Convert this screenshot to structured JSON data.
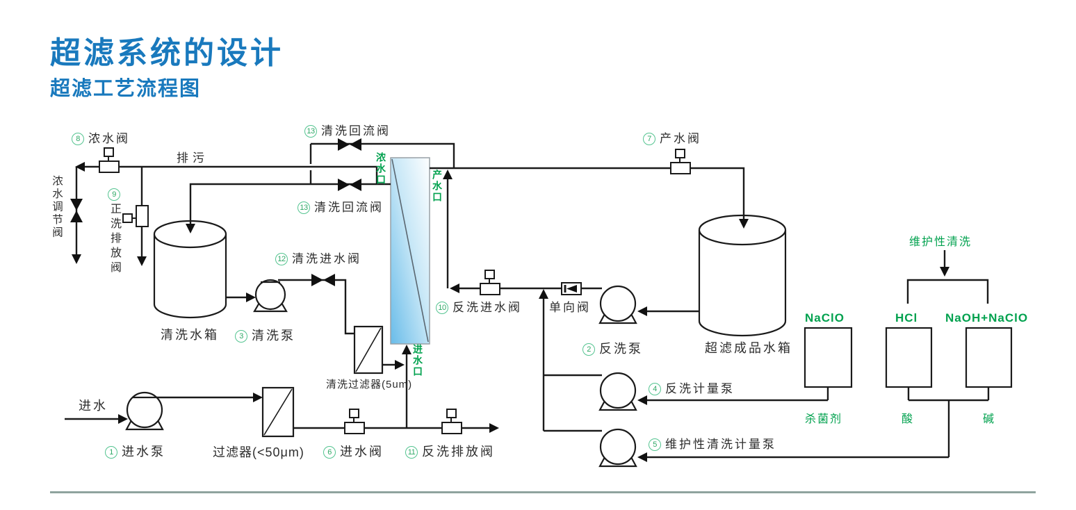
{
  "page": {
    "title": "超滤系统的设计",
    "subtitle": "超滤工艺流程图"
  },
  "colors": {
    "title_blue": "#1979BD",
    "label_green": "#00A14E",
    "circle_green": "#54C490",
    "line_black": "#1A1A1A",
    "membrane_blue": "#69BCE9",
    "divider_gray": "#8FA39E"
  },
  "labels": {
    "numbered": {
      "feed_pump": {
        "num": "1",
        "text": "进水泵"
      },
      "backwash_pump": {
        "num": "2",
        "text": "反洗泵"
      },
      "cleaning_pump": {
        "num": "3",
        "text": "清洗泵"
      },
      "backwash_metering_pump": {
        "num": "4",
        "text": "反洗计量泵"
      },
      "maintenance_metering_pump": {
        "num": "5",
        "text": "维护性清洗计量泵"
      },
      "feed_valve": {
        "num": "6",
        "text": "进水阀"
      },
      "product_valve": {
        "num": "7",
        "text": "产水阀"
      },
      "concentrate_valve": {
        "num": "8",
        "text": "浓水阀"
      },
      "forward_flush_drain_valve": {
        "num": "9",
        "text": "正洗排放阀"
      },
      "backwash_inlet_valve": {
        "num": "10",
        "text": "反洗进水阀"
      },
      "backwash_drain_valve": {
        "num": "11",
        "text": "反洗排放阀"
      },
      "cleaning_inlet_valve": {
        "num": "12",
        "text": "清洗进水阀"
      },
      "cleaning_return_valve_top": {
        "num": "13",
        "text": "清洗回流阀"
      },
      "cleaning_return_valve_bottom": {
        "num": "13",
        "text": "清洗回流阀"
      }
    },
    "plain": {
      "drain": "排污",
      "concentrate_regulating_valve": "浓水调节阀",
      "cleaning_tank": "清洗水箱",
      "product_tank": "超滤成品水箱",
      "feed_filter": "过滤器(<50μm)",
      "cleaning_filter": "清洗过滤器(5um)",
      "feed_water": "进水",
      "check_valve": "单向阀"
    },
    "ports": {
      "concentrate": "浓水口",
      "product": "产水口",
      "feed": "进水口"
    },
    "chemicals": {
      "maintenance_cleaning": "维护性清洗",
      "naclo": "NaClO",
      "hcl": "HCl",
      "naoh_naclo": "NaOH+NaClO",
      "biocide": "杀菌剂",
      "acid": "酸",
      "alkali": "碱"
    }
  }
}
